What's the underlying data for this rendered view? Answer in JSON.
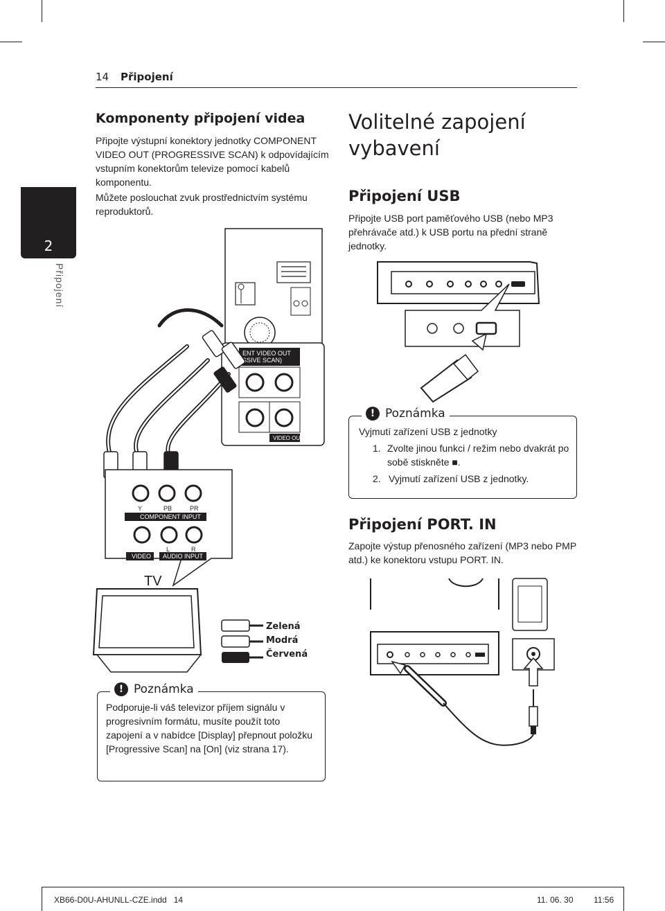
{
  "header": {
    "page_number": "14",
    "section": "Připojení"
  },
  "side_tab": {
    "number": "2",
    "label": "Připojení"
  },
  "component": {
    "title": "Komponenty připojení videa",
    "para1": "Připojte výstupní konektory jednotky COMPONENT VIDEO OUT (PROGRESSIVE SCAN) k odpovídajícím vstupním konektorům televize pomocí kabelů komponentu.",
    "para2": "Můžete poslouchat zvuk prostřednictvím systému reproduktorů."
  },
  "optional": {
    "title": "Volitelné zapojení vybavení",
    "usb_title": "Připojení USB",
    "usb_text": "Připojte USB port paměťového USB (nebo MP3 přehrávače atd.) k USB portu na přední straně jednotky."
  },
  "usb_note": {
    "title": "Poznámka",
    "intro": "Vyjmutí zařízení USB z jednotky",
    "step1_num": "1.",
    "step1": "Zvolte jinou funkci / režim nebo dvakrát po sobě stiskněte ■.",
    "step2_num": "2.",
    "step2": "Vyjmutí zařízení USB z jednotky."
  },
  "port_in": {
    "title": "Připojení PORT. IN",
    "text": "Zapojte výstup přenosného zařízení (MP3 nebo PMP atd.) ke konektoru vstupu PORT. IN."
  },
  "diagram": {
    "unit_label_1": "ENT VIDEO OUT",
    "unit_label_2": "SSIVE SCAN)",
    "video_out": "VIDEO OUT",
    "tv_y": "Y",
    "tv_pb": "PB",
    "tv_pr": "PR",
    "component_input": "COMPONENT INPUT",
    "video": "VIDEO",
    "l": "L",
    "r": "R",
    "audio_input": "AUDIO INPUT",
    "tv": "TV"
  },
  "cable_legend": [
    "Zelená",
    "Modrá",
    "Červená"
  ],
  "tv_note": {
    "title": "Poznámka",
    "text": "Podporuje-li váš televizor příjem signálu v progresivním formátu, musíte použít toto zapojení a v nabídce [Display] přepnout položku [Progressive Scan] na [On] (viz strana 17)."
  },
  "footer": {
    "file": "XB66-D0U-AHUNLL-CZE.indd   14",
    "date": "11. 06. 30",
    "time": "11:56"
  }
}
